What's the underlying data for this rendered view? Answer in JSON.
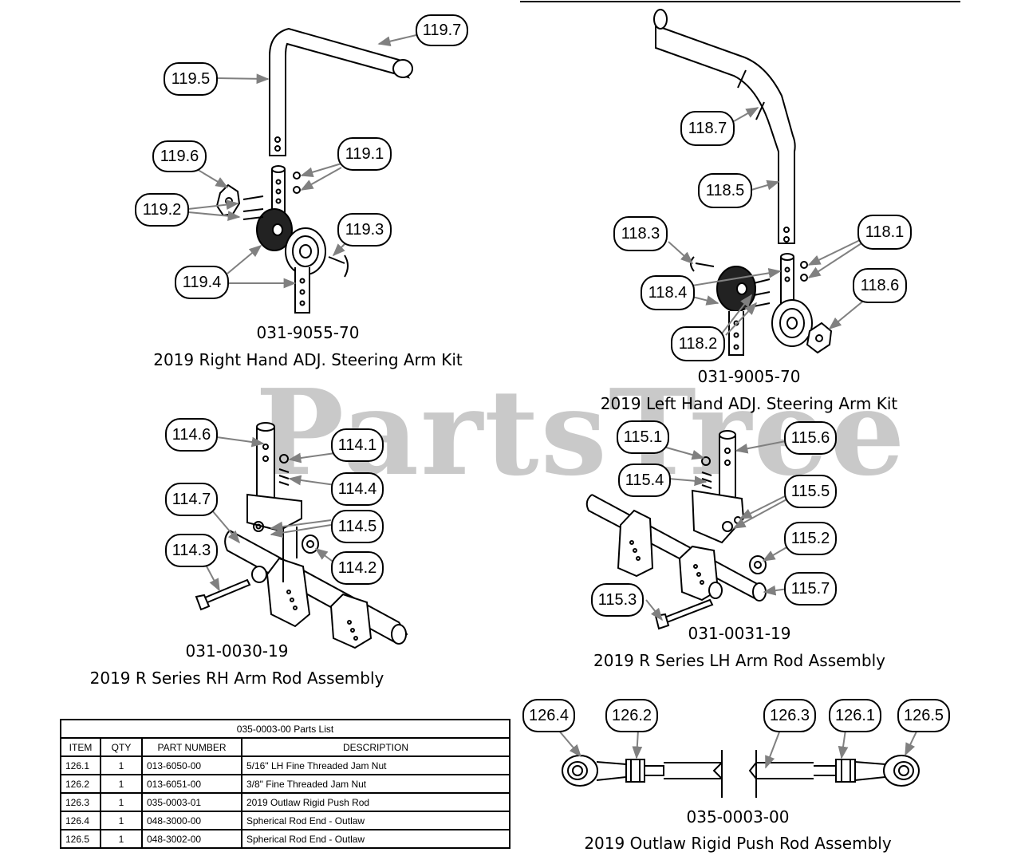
{
  "watermark": "PartsTree",
  "callouts": {
    "c1197": "119.7",
    "c1195": "119.5",
    "c1196": "119.6",
    "c1191": "119.1",
    "c1192": "119.2",
    "c1193": "119.3",
    "c1194": "119.4",
    "c1187": "118.7",
    "c1185": "118.5",
    "c1183": "118.3",
    "c1181": "118.1",
    "c1186": "118.6",
    "c1184": "118.4",
    "c1182": "118.2",
    "c1146": "114.6",
    "c1141": "114.1",
    "c1144": "114.4",
    "c1147": "114.7",
    "c1145": "114.5",
    "c1143": "114.3",
    "c1142": "114.2",
    "c1151": "115.1",
    "c1156": "115.6",
    "c1154": "115.4",
    "c1155": "115.5",
    "c1152": "115.2",
    "c1157": "115.7",
    "c1153": "115.3",
    "c1264": "126.4",
    "c1262": "126.2",
    "c1263": "126.3",
    "c1261": "126.1",
    "c1265": "126.5"
  },
  "captions": {
    "rh_kit_pn": "031-9055-70",
    "rh_kit_name": "2019 Right Hand ADJ. Steering Arm Kit",
    "lh_kit_pn": "031-9005-70",
    "lh_kit_name": "2019 Left Hand ADJ. Steering Arm Kit",
    "rh_rod_pn": "031-0030-19",
    "rh_rod_name": "2019 R Series RH Arm Rod Assembly",
    "lh_rod_pn": "031-0031-19",
    "lh_rod_name": "2019 R Series LH Arm Rod Assembly",
    "push_rod_pn": "035-0003-00",
    "push_rod_name": "2019 Outlaw Rigid Push Rod Assembly"
  },
  "parts_list": {
    "title": "035-0003-00 Parts List",
    "headers": [
      "ITEM",
      "QTY",
      "PART NUMBER",
      "DESCRIPTION"
    ],
    "rows": [
      [
        "126.1",
        "1",
        "013-6050-00",
        "5/16\" LH Fine Threaded Jam Nut"
      ],
      [
        "126.2",
        "1",
        "013-6051-00",
        "3/8\" Fine Threaded Jam Nut"
      ],
      [
        "126.3",
        "1",
        "035-0003-01",
        "2019 Outlaw Rigid Push Rod"
      ],
      [
        "126.4",
        "1",
        "048-3000-00",
        "Spherical Rod End - Outlaw"
      ],
      [
        "126.5",
        "1",
        "048-3002-00",
        "Spherical Rod End - Outlaw"
      ]
    ]
  }
}
